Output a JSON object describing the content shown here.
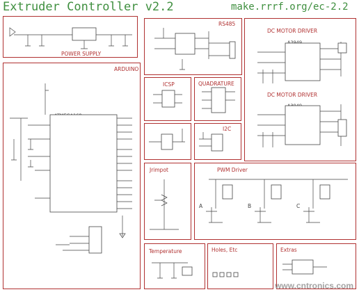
{
  "header": {
    "title": "Extruder Controller v2.2",
    "url": "make.rrrf.org/ec-2.2"
  },
  "sheets": {
    "power_supply": "POWER SUPPLY",
    "arduino": "ARDUINO",
    "rs485": "RS485",
    "dc_motor_1": "DC MOTOR DRIVER",
    "dc_motor_2": "DC MOTOR DRIVER",
    "icsp": "ICSP",
    "quadrature": "QUADRATURE",
    "i2c": "I2C",
    "jrimpot": "Jrimpot",
    "pwm_driver": "PWM Driver",
    "temperature": "Temperature",
    "holes": "Holes, Etc",
    "extras": "Extras"
  },
  "chips": {
    "mcu": "ATMEGA168",
    "motor_1": "A3949",
    "motor_2": "A3949"
  },
  "pwm_labels": [
    "A",
    "B",
    "C"
  ],
  "watermark": "www.cntronics.com",
  "colors": {
    "title": "#3f8f3f",
    "border": "#b03030",
    "wire": "#444444",
    "background": "#ffffff"
  }
}
